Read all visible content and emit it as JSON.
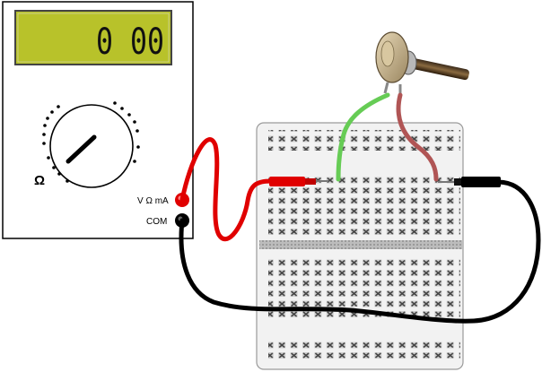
{
  "meter": {
    "display_reading": "0 00",
    "range_symbol": "Ω",
    "jack_positive_label": "V Ω mA",
    "jack_common_label": "COM"
  },
  "colors": {
    "lcd_background": "#b8c22a",
    "meter_body": "#ffffff",
    "lead_red": "#e00000",
    "lead_black": "#000000",
    "wire_green": "#66cc55",
    "wire_brown": "#b05555",
    "breadboard": "#f2f2f2",
    "breadboard_divider": "#b0b0b0"
  },
  "icons": {
    "potentiometer": "potentiometer-icon",
    "selector_dial": "rotary-dial-icon",
    "probe_red": "red-probe-icon",
    "probe_black": "black-probe-icon"
  }
}
